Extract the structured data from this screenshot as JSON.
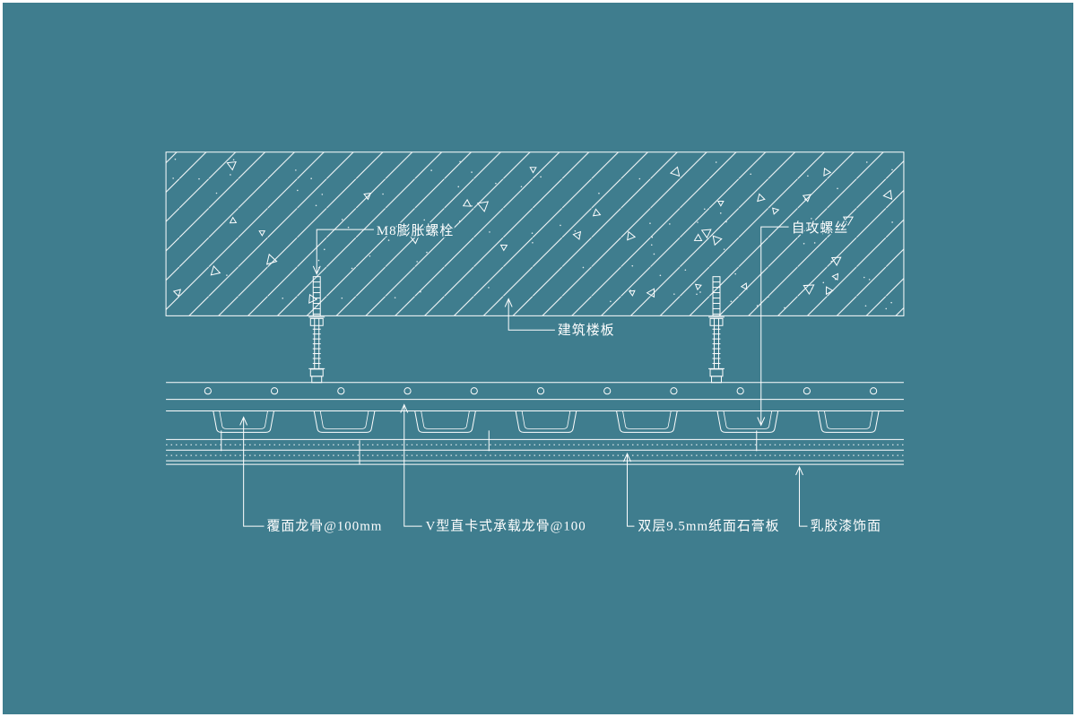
{
  "colors": {
    "background": "#3F7D8E",
    "line": "#FFFFFF",
    "frame": "#FFFFFF"
  },
  "drawing": {
    "annotations": {
      "expansion_bolt": "M8膨胀螺栓",
      "self_tapping_screw": "自攻螺丝",
      "building_slab": "建筑楼板",
      "furring_channel": "覆面龙骨@100mm",
      "v_carrier_channel": "V型直卡式承载龙骨@100",
      "gypsum_board": "双层9.5mm纸面石膏板",
      "latex_paint_finish": "乳胶漆饰面"
    }
  }
}
